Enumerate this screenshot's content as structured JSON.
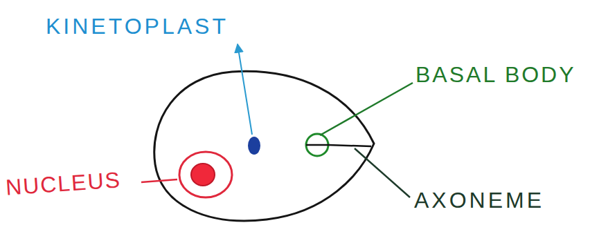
{
  "diagram": {
    "labels": [
      "KINETOPLAST",
      "NUCLEUS",
      "BASAL BODY",
      "AXONEME"
    ]
  }
}
